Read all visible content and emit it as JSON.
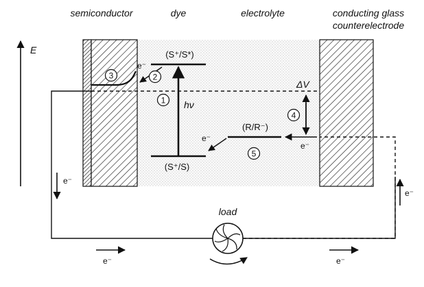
{
  "headers": {
    "semiconductor": "semiconductor",
    "dye": "dye",
    "electrolyte": "electrolyte",
    "counter_line1": "conducting glass",
    "counter_line2": "counterelectrode"
  },
  "axis_label": "E",
  "levels": {
    "excited": "(S⁺/S*)",
    "ground": "(S⁺/S)",
    "redox": "(R/R⁻)"
  },
  "photon": "hν",
  "delta_v": "ΔV",
  "electron": "e⁻",
  "steps": [
    "1",
    "2",
    "3",
    "4",
    "5"
  ],
  "load_label": "load",
  "colors": {
    "line": "#111111",
    "electrolyte_dots": "#b8b8b8"
  }
}
